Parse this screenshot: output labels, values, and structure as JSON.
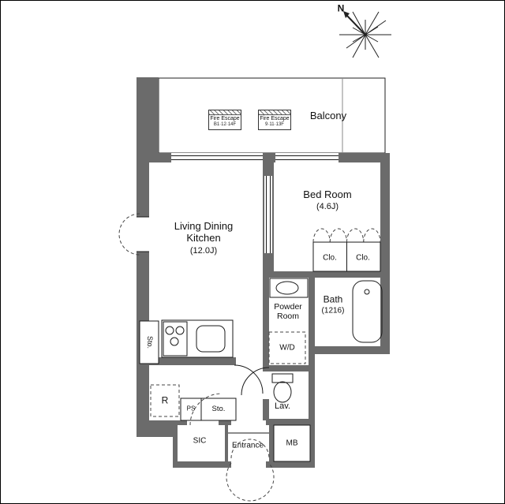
{
  "compass": {
    "north_label": "N"
  },
  "balcony": {
    "label": "Balcony"
  },
  "fire_escape": [
    {
      "title": "Fire Escape",
      "floors": "B1·12·14F"
    },
    {
      "title": "Fire Escape",
      "floors": "9·11·13F"
    }
  ],
  "rooms": {
    "living_dining_kitchen": {
      "line1": "Living Dining",
      "line2": "Kitchen",
      "size": "(12.0J)"
    },
    "bedroom": {
      "name": "Bed Room",
      "size": "(4.6J)"
    },
    "bath": {
      "name": "Bath",
      "size": "(1216)"
    },
    "powder_room": {
      "line1": "Powder",
      "line2": "Room"
    },
    "washer_dryer": {
      "label": "W/D"
    },
    "lavatory": {
      "label": "Lav."
    },
    "closet_left": {
      "label": "Clo."
    },
    "closet_right": {
      "label": "Clo."
    },
    "storage_kitchen": {
      "label": "Sto."
    },
    "refrigerator": {
      "label": "R"
    },
    "pipe_space": {
      "label": "PS"
    },
    "storage_hall": {
      "label": "Sto."
    },
    "shoe_closet": {
      "label": "SIC"
    },
    "entrance": {
      "label": "Entrance"
    },
    "meter_box": {
      "label": "MB"
    }
  },
  "colors": {
    "wall": "#6b6b6b",
    "line": "#1a1a1a",
    "background": "#ffffff"
  }
}
